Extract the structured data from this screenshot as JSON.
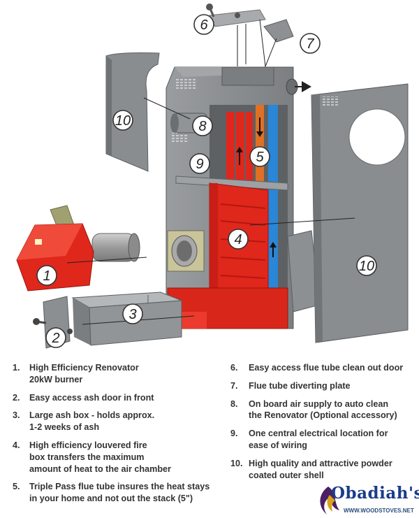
{
  "callouts": [
    "1",
    "2",
    "3",
    "4",
    "5",
    "6",
    "7",
    "8",
    "9",
    "10",
    "10"
  ],
  "legend": {
    "left": [
      {
        "num": "1.",
        "text": "High Efficiency Renovator\n20kW burner"
      },
      {
        "num": "2.",
        "text": "Easy access ash door in front"
      },
      {
        "num": "3.",
        "text": "Large ash box - holds approx.\n1-2 weeks of ash"
      },
      {
        "num": "4.",
        "text": "High efficiency louvered fire\nbox transfers the maximum\namount of heat to the air chamber"
      },
      {
        "num": "5.",
        "text": "Triple Pass flue tube insures the heat stays\nin your home and not out the stack (5\")"
      }
    ],
    "right": [
      {
        "num": "6.",
        "text": "Easy access flue tube clean out door"
      },
      {
        "num": "7.",
        "text": "Flue tube diverting plate"
      },
      {
        "num": "8.",
        "text": "On board air supply to auto clean\nthe Renovator (Optional accessory)"
      },
      {
        "num": "9.",
        "text": "One central electrical location for\nease of wiring"
      },
      {
        "num": "10.",
        "text": "High quality and attractive powder\ncoated outer shell"
      }
    ]
  },
  "logo": {
    "name": "Obadiah's",
    "url": "WWW.WOODSTOVES.NET"
  },
  "colors": {
    "shell": "#8a8d90",
    "firebox": "#e0271c",
    "flue_hot": "#e07024",
    "flue_cold": "#2a86d6"
  }
}
